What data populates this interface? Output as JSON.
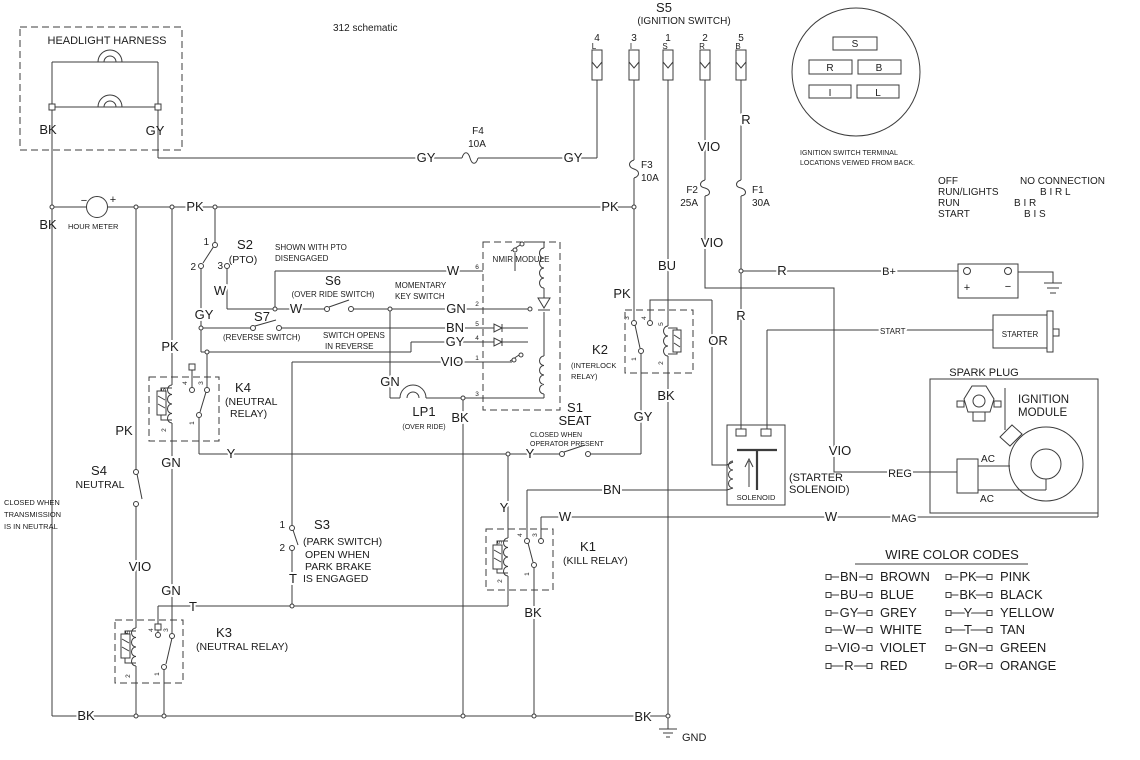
{
  "title": "312 schematic",
  "codes": {
    "BK": "BK",
    "GY": "GY",
    "PK": "PK",
    "VIO": "VIO",
    "GN": "GN",
    "BU": "BU",
    "BN": "BN",
    "OR": "OR",
    "R": "R",
    "W": "W",
    "Y": "Y",
    "T": "T"
  },
  "pins": {
    "p1": "1",
    "p2": "2",
    "p3": "3",
    "p4": "4",
    "p5": "5",
    "p6": "6"
  },
  "headlight": {
    "title": "HEADLIGHT HARNESS"
  },
  "hour_meter": {
    "label": "HOUR METER",
    "minus": "−",
    "plus": "+"
  },
  "s5": {
    "id": "S5",
    "name": "(IGNITION SWITCH)",
    "terminals": [
      {
        "n": "4",
        "l": "L"
      },
      {
        "n": "3",
        "l": "I"
      },
      {
        "n": "1",
        "l": "S"
      },
      {
        "n": "2",
        "l": "R"
      },
      {
        "n": "5",
        "l": "B"
      }
    ]
  },
  "terminal_map": {
    "caption1": "IGNITION SWITCH TERMINAL",
    "caption2": "LOCATIONS VEIWED FROM BACK.",
    "s": "S",
    "r": "R",
    "b": "B",
    "i": "I",
    "l": "L"
  },
  "mode_table": {
    "rows": [
      {
        "mode": "OFF",
        "conn": "NO CONNECTION"
      },
      {
        "mode": "RUN/LIGHTS",
        "conn": "B I R L"
      },
      {
        "mode": "RUN",
        "conn": "B I R"
      },
      {
        "mode": "START",
        "conn": "B I S"
      }
    ]
  },
  "fuses": {
    "f4": {
      "id": "F4",
      "amps": "10A"
    },
    "f3": {
      "id": "F3",
      "amps": "10A"
    },
    "f2": {
      "id": "F2",
      "amps": "25A"
    },
    "f1": {
      "id": "F1",
      "amps": "30A"
    }
  },
  "s2": {
    "id": "S2",
    "name": "(PTO)",
    "note1": "SHOWN WITH PTO",
    "note2": "DISENGAGED"
  },
  "s6": {
    "id": "S6",
    "name": "(OVER RIDE SWITCH)",
    "note1": "MOMENTARY",
    "note2": "KEY SWITCH"
  },
  "s7": {
    "id": "S7",
    "name": "(REVERSE SWITCH)",
    "note1": "SWITCH OPENS",
    "note2": "IN REVERSE"
  },
  "nmir": {
    "title": "NMIR MODULE"
  },
  "k2": {
    "id": "K2",
    "name1": "(INTERLOCK",
    "name2": "RELAY)"
  },
  "k4": {
    "id": "K4",
    "name1": "(NEUTRAL",
    "name2": "RELAY)"
  },
  "k1": {
    "id": "K1",
    "name": "(KILL RELAY)"
  },
  "k3": {
    "id": "K3",
    "name": "(NEUTRAL RELAY)"
  },
  "lp1": {
    "id": "LP1",
    "name": "(OVER RIDE)"
  },
  "s1": {
    "id": "S1",
    "name": "SEAT",
    "note1": "CLOSED WHEN",
    "note2": "OPERATOR PRESENT"
  },
  "s3": {
    "id": "S3",
    "name": "(PARK SWITCH)",
    "note1": "OPEN WHEN",
    "note2": "PARK BRAKE",
    "note3": "IS ENGAGED"
  },
  "s4": {
    "id": "S4",
    "name": "NEUTRAL",
    "note1": "CLOSED WHEN",
    "note2": "TRANSMISSION",
    "note3": "IS IN NEUTRAL"
  },
  "battery": {
    "bplus": "B+",
    "plus": "+",
    "minus": "−"
  },
  "starter": {
    "label": "STARTER",
    "start": "START"
  },
  "solenoid": {
    "label": "SOLENOID",
    "cap1": "(STARTER",
    "cap2": "SOLENOID)"
  },
  "ignition_module": {
    "line1": "IGNITION",
    "line2": "MODULE",
    "spark_plug": "SPARK PLUG",
    "reg": "REG",
    "ac": "AC",
    "mag": "MAG"
  },
  "gnd": "GND",
  "legend": {
    "title": "WIRE COLOR CODES",
    "left": [
      {
        "code": "BN",
        "name": "BROWN"
      },
      {
        "code": "BU",
        "name": "BLUE"
      },
      {
        "code": "GY",
        "name": "GREY"
      },
      {
        "code": "W",
        "name": "WHITE"
      },
      {
        "code": "VIO",
        "name": "VIOLET"
      },
      {
        "code": "R",
        "name": "RED"
      }
    ],
    "right": [
      {
        "code": "PK",
        "name": "PINK"
      },
      {
        "code": "BK",
        "name": "BLACK"
      },
      {
        "code": "Y",
        "name": "YELLOW"
      },
      {
        "code": "T",
        "name": "TAN"
      },
      {
        "code": "GN",
        "name": "GREEN"
      },
      {
        "code": "OR",
        "name": "ORANGE"
      }
    ]
  }
}
